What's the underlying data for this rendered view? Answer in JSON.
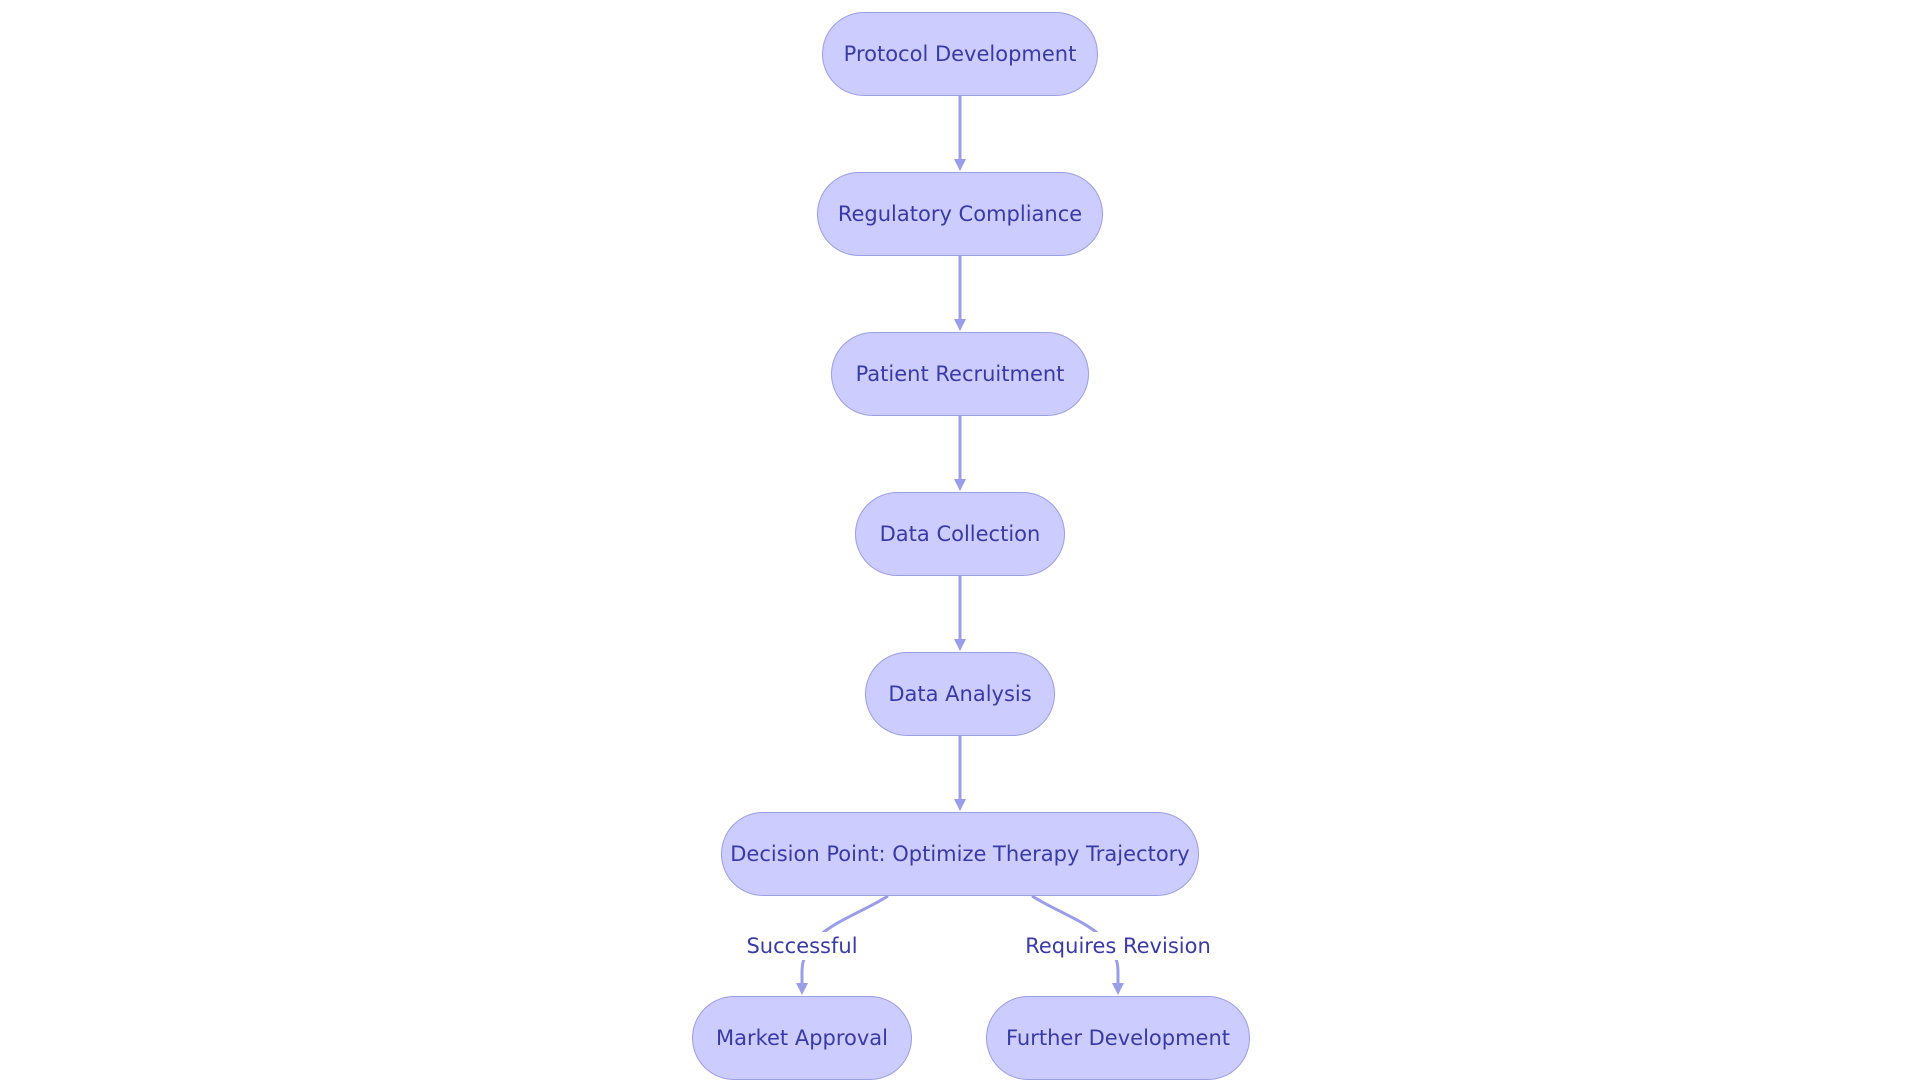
{
  "diagram": {
    "colors": {
      "node_fill": "#ccccff",
      "node_border": "#9a9de8",
      "edge": "#9a9de8",
      "text": "#3a3aa6"
    },
    "nodes": {
      "protocol": "Protocol Development",
      "regulatory": "Regulatory Compliance",
      "recruitment": "Patient Recruitment",
      "collection": "Data Collection",
      "analysis": "Data Analysis",
      "decision": "Decision Point: Optimize Therapy Trajectory",
      "market": "Market Approval",
      "further": "Further Development"
    },
    "edges": [
      {
        "from": "protocol",
        "to": "regulatory",
        "label": ""
      },
      {
        "from": "regulatory",
        "to": "recruitment",
        "label": ""
      },
      {
        "from": "recruitment",
        "to": "collection",
        "label": ""
      },
      {
        "from": "collection",
        "to": "analysis",
        "label": ""
      },
      {
        "from": "analysis",
        "to": "decision",
        "label": ""
      },
      {
        "from": "decision",
        "to": "market",
        "label": "Successful"
      },
      {
        "from": "decision",
        "to": "further",
        "label": "Requires Revision"
      }
    ]
  }
}
